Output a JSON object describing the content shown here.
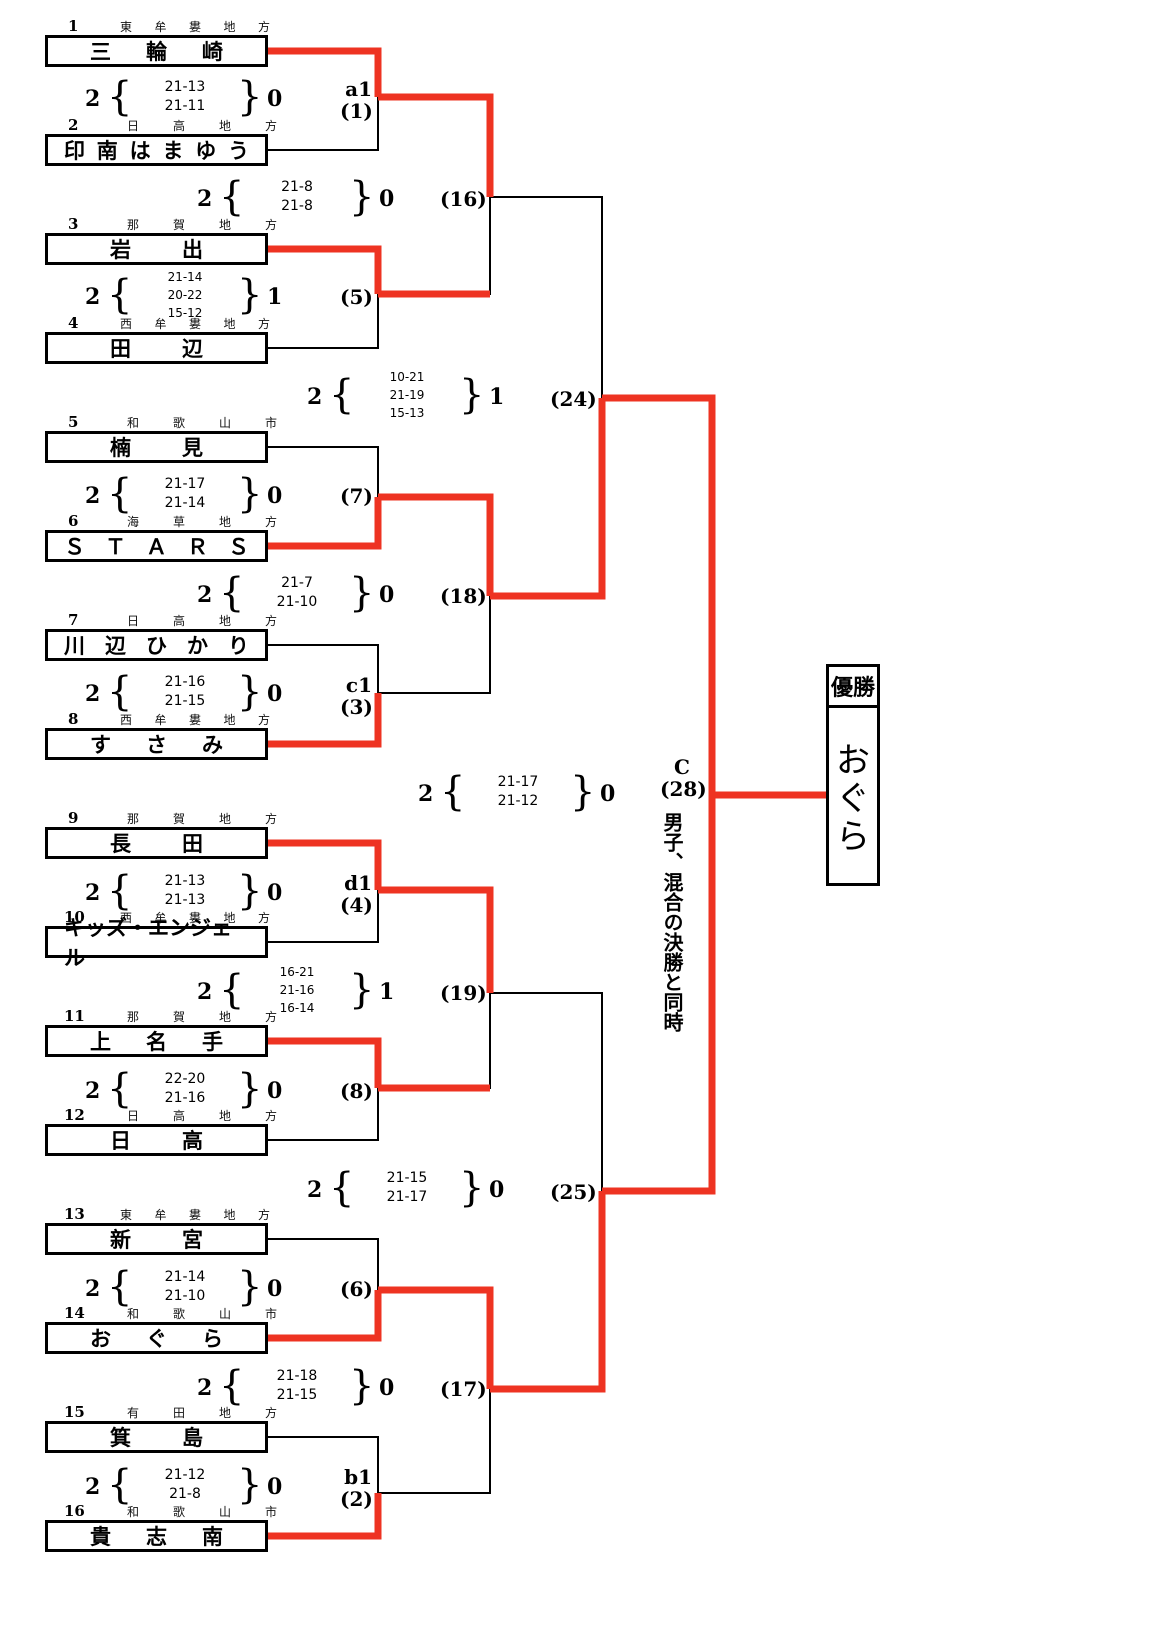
{
  "teams": [
    {
      "no": "1",
      "name": [
        "三",
        "輪",
        "崎"
      ],
      "region": [
        "東",
        "牟",
        "婁",
        "地",
        "方"
      ]
    },
    {
      "no": "2",
      "name": [
        "印",
        "南",
        "は",
        "ま",
        "ゆ",
        "う"
      ],
      "region": [
        "日",
        "高",
        "地",
        "方"
      ]
    },
    {
      "no": "3",
      "name": [
        "岩",
        "出"
      ],
      "region": [
        "那",
        "賀",
        "地",
        "方"
      ]
    },
    {
      "no": "4",
      "name": [
        "田",
        "辺"
      ],
      "region": [
        "西",
        "牟",
        "婁",
        "地",
        "方"
      ]
    },
    {
      "no": "5",
      "name": [
        "楠",
        "見"
      ],
      "region": [
        "和",
        "歌",
        "山",
        "市"
      ]
    },
    {
      "no": "6",
      "name": [
        "Ｓ",
        "Ｔ",
        "Ａ",
        "Ｒ",
        "Ｓ"
      ],
      "region": [
        "海",
        "草",
        "地",
        "方"
      ]
    },
    {
      "no": "7",
      "name": [
        "川",
        "辺",
        "ひ",
        "か",
        "り"
      ],
      "region": [
        "日",
        "高",
        "地",
        "方"
      ]
    },
    {
      "no": "8",
      "name": [
        "す",
        "さ",
        "み"
      ],
      "region": [
        "西",
        "牟",
        "婁",
        "地",
        "方"
      ]
    },
    {
      "no": "9",
      "name": [
        "長",
        "田"
      ],
      "region": [
        "那",
        "賀",
        "地",
        "方"
      ]
    },
    {
      "no": "10",
      "name": [
        "キッズ・エンジェル"
      ],
      "region": [
        "西",
        "牟",
        "婁",
        "地",
        "方"
      ]
    },
    {
      "no": "11",
      "name": [
        "上",
        "名",
        "手"
      ],
      "region": [
        "那",
        "賀",
        "地",
        "方"
      ]
    },
    {
      "no": "12",
      "name": [
        "日",
        "高"
      ],
      "region": [
        "日",
        "高",
        "地",
        "方"
      ]
    },
    {
      "no": "13",
      "name": [
        "新",
        "宮"
      ],
      "region": [
        "東",
        "牟",
        "婁",
        "地",
        "方"
      ]
    },
    {
      "no": "14",
      "name": [
        "お",
        "ぐ",
        "ら"
      ],
      "region": [
        "和",
        "歌",
        "山",
        "市"
      ]
    },
    {
      "no": "15",
      "name": [
        "箕",
        "島"
      ],
      "region": [
        "有",
        "田",
        "地",
        "方"
      ]
    },
    {
      "no": "16",
      "name": [
        "貴",
        "志",
        "南"
      ],
      "region": [
        "和",
        "歌",
        "山",
        "市"
      ]
    }
  ],
  "scores": [
    {
      "win": "2",
      "sets": [
        "21-13",
        "21-11"
      ],
      "lose": "0"
    },
    {
      "win": "2",
      "sets": [
        "21-8",
        "21-8"
      ],
      "lose": "0"
    },
    {
      "win": "2",
      "sets": [
        "21-14",
        "20-22",
        "15-12"
      ],
      "lose": "1"
    },
    {
      "win": "2",
      "sets": [
        "10-21",
        "21-19",
        "15-13"
      ],
      "lose": "1"
    },
    {
      "win": "2",
      "sets": [
        "21-17",
        "21-14"
      ],
      "lose": "0"
    },
    {
      "win": "2",
      "sets": [
        "21-7",
        "21-10"
      ],
      "lose": "0"
    },
    {
      "win": "2",
      "sets": [
        "21-16",
        "21-15"
      ],
      "lose": "0"
    },
    {
      "win": "2",
      "sets": [
        "21-17",
        "21-12"
      ],
      "lose": "0"
    },
    {
      "win": "2",
      "sets": [
        "21-13",
        "21-13"
      ],
      "lose": "0"
    },
    {
      "win": "2",
      "sets": [
        "16-21",
        "21-16",
        "16-14"
      ],
      "lose": "1"
    },
    {
      "win": "2",
      "sets": [
        "22-20",
        "21-16"
      ],
      "lose": "0"
    },
    {
      "win": "2",
      "sets": [
        "21-15",
        "21-17"
      ],
      "lose": "0"
    },
    {
      "win": "2",
      "sets": [
        "21-14",
        "21-10"
      ],
      "lose": "0"
    },
    {
      "win": "2",
      "sets": [
        "21-18",
        "21-15"
      ],
      "lose": "0"
    },
    {
      "win": "2",
      "sets": [
        "21-12",
        "21-8"
      ],
      "lose": "0"
    }
  ],
  "match_labels": {
    "m1": [
      "a1",
      "(1)"
    ],
    "m5": [
      "(5)"
    ],
    "m7": [
      "(7)"
    ],
    "m3": [
      "c1",
      "(3)"
    ],
    "m4": [
      "d1",
      "(4)"
    ],
    "m8": [
      "(8)"
    ],
    "m6": [
      "(6)"
    ],
    "m2": [
      "b1",
      "(2)"
    ],
    "m16": [
      "(16)"
    ],
    "m18": [
      "(18)"
    ],
    "m19": [
      "(19)"
    ],
    "m17": [
      "(17)"
    ],
    "m24": [
      "(24)"
    ],
    "m25": [
      "(25)"
    ],
    "m28": [
      "C",
      "(28)"
    ]
  },
  "note": [
    "男子、混合の",
    "決勝と同時"
  ],
  "champion": {
    "heading": "優勝",
    "name": [
      "お",
      "ぐ",
      "ら"
    ]
  },
  "colors": {
    "winner_line": "#ee3322",
    "line": "#000000"
  }
}
